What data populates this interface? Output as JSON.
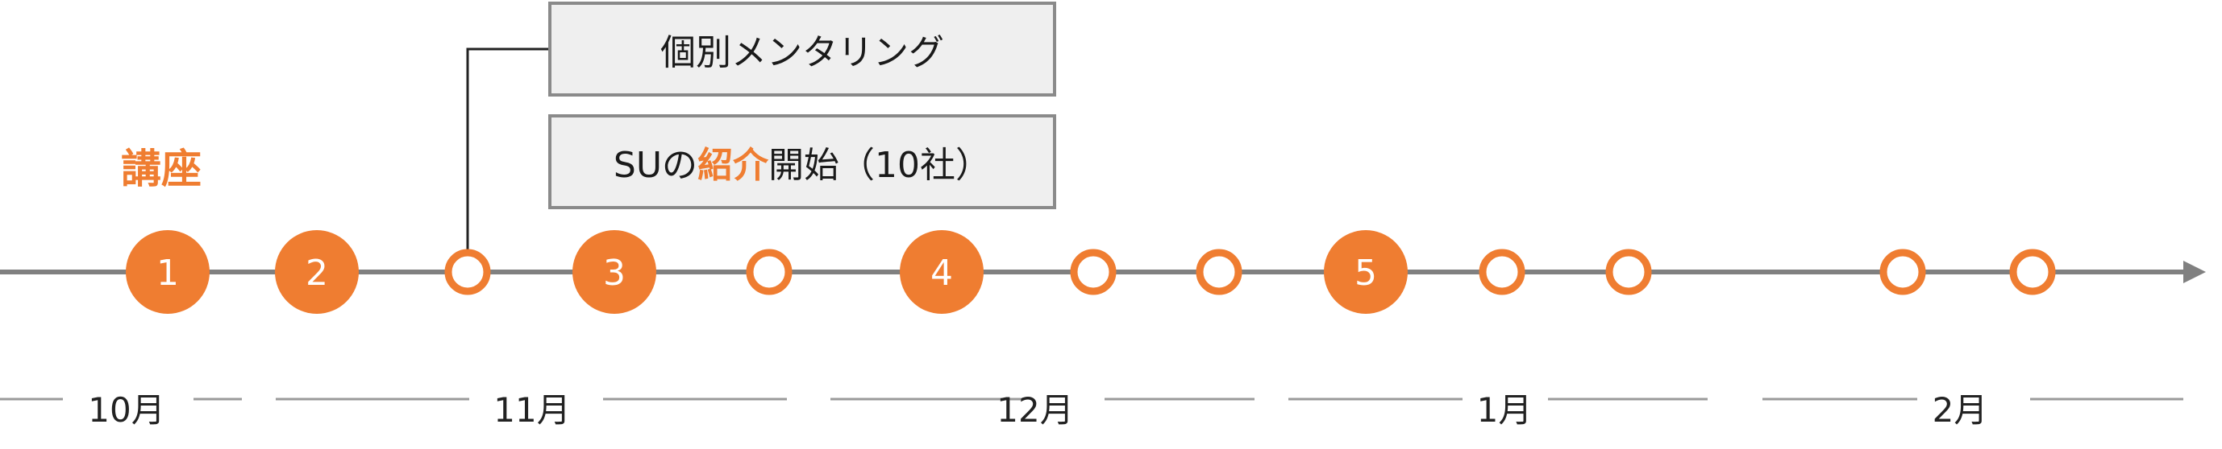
{
  "callouts": {
    "mentoring": "個別メンタリング",
    "intro_prefix": "SUの",
    "intro_highlight": "紹介",
    "intro_suffix": "開始（10社）"
  },
  "lecture_label": "講座",
  "timeline": {
    "accent_color": "#ef7d31",
    "line_color": "#808080",
    "markers": [
      {
        "kind": "lecture",
        "label": "1"
      },
      {
        "kind": "lecture",
        "label": "2"
      },
      {
        "kind": "session",
        "label": ""
      },
      {
        "kind": "lecture",
        "label": "3"
      },
      {
        "kind": "session",
        "label": ""
      },
      {
        "kind": "lecture",
        "label": "4"
      },
      {
        "kind": "session",
        "label": ""
      },
      {
        "kind": "session",
        "label": ""
      },
      {
        "kind": "lecture",
        "label": "5"
      },
      {
        "kind": "session",
        "label": ""
      },
      {
        "kind": "session",
        "label": ""
      },
      {
        "kind": "session",
        "label": ""
      },
      {
        "kind": "session",
        "label": ""
      }
    ]
  },
  "months": [
    "10月",
    "11月",
    "12月",
    "1月",
    "2月"
  ]
}
